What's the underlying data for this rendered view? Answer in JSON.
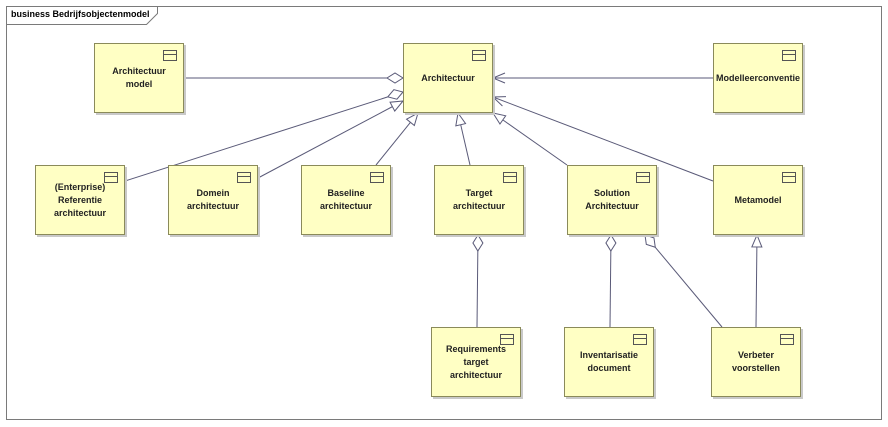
{
  "diagram": {
    "frame_title": "business Bedrijfsobjectenmodel",
    "colors": {
      "node_fill": "#ffffc4",
      "node_border": "#8a8a5a",
      "edge": "#5a5a78"
    },
    "nodes": {
      "architectuur_model": "Architectuur model",
      "architectuur": "Architectuur",
      "modelleerconventie": "Modelleerconventie",
      "referentie_architectuur": "(Enterprise)\nReferentie\narchitectuur",
      "domein_architectuur": "Domein architectuur",
      "baseline_architectuur": "Baseline architectuur",
      "target_architectuur": "Target architectuur",
      "solution_architectuur": "Solution Architectuur",
      "metamodel": "Metamodel",
      "requirements_target_architectuur": "Requirements target\narchitectuur",
      "inventarisatie_document": "Inventarisatie\ndocument",
      "verbeter_voorstellen": "Verbeter voorstellen"
    }
  }
}
